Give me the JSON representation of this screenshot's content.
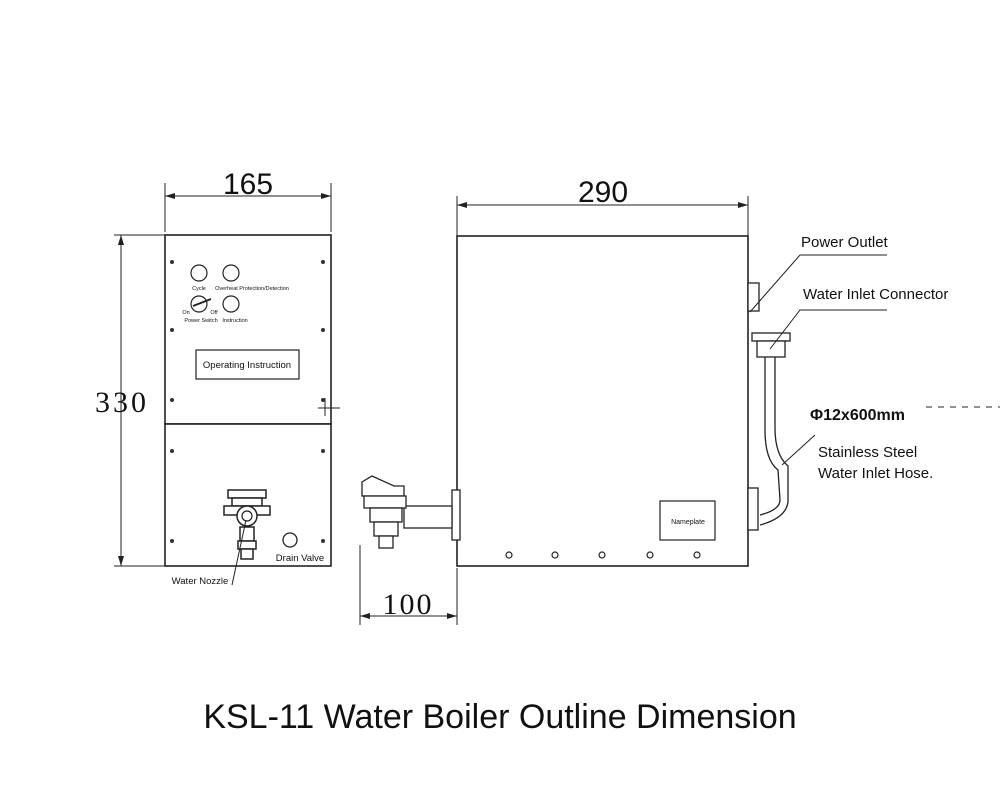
{
  "title": "KSL-11 Water Boiler Outline Dimension",
  "dimensions": {
    "front_width": "165",
    "height": "330",
    "side_width": "290",
    "tap_depth": "100"
  },
  "front_panel": {
    "indicator_1": "Cycle",
    "indicator_2": "Overheat Protection/Detection",
    "switch_on": "On",
    "switch_off": "Off",
    "switch_label": "Power Switch",
    "instruction_label": "Instruction",
    "operating_instruction": "Operating Instruction",
    "drain_valve": "Drain Valve",
    "water_nozzle": "Water Nozzle"
  },
  "side_panel": {
    "nameplate": "Nameplate",
    "power_outlet": "Power Outlet",
    "water_inlet_connector": "Water Inlet Connector",
    "hose_spec": "Φ12x600mm",
    "hose_label_line1": "Stainless Steel",
    "hose_label_line2": "Water Inlet Hose."
  }
}
